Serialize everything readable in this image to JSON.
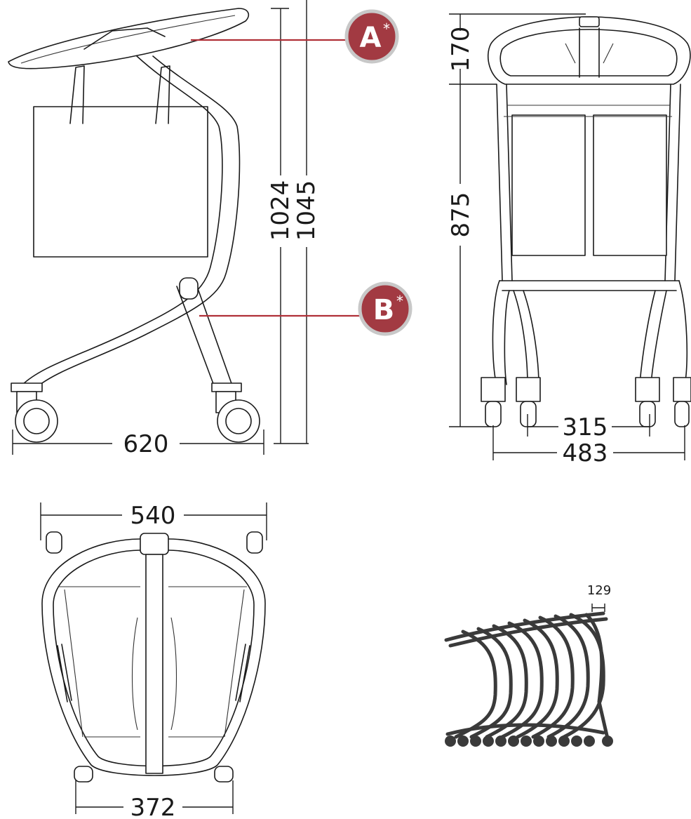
{
  "callouts": {
    "a": {
      "letter": "A",
      "mark": "*",
      "color": "#a23a42",
      "ring": "#c8c8c8"
    },
    "b": {
      "letter": "B",
      "mark": "*",
      "color": "#a23a42",
      "ring": "#c8c8c8"
    }
  },
  "side_view": {
    "width": "620",
    "height_inner": "1024",
    "height_outer": "1045"
  },
  "front_view": {
    "top_section": "170",
    "lower_height": "875",
    "wheel_inner": "315",
    "wheel_outer": "483"
  },
  "top_view": {
    "top_width": "540",
    "bottom_width": "372"
  },
  "stack_view": {
    "nest_pitch": "129"
  },
  "colors": {
    "line": "#1a1a1a",
    "accent": "#a23a42"
  }
}
